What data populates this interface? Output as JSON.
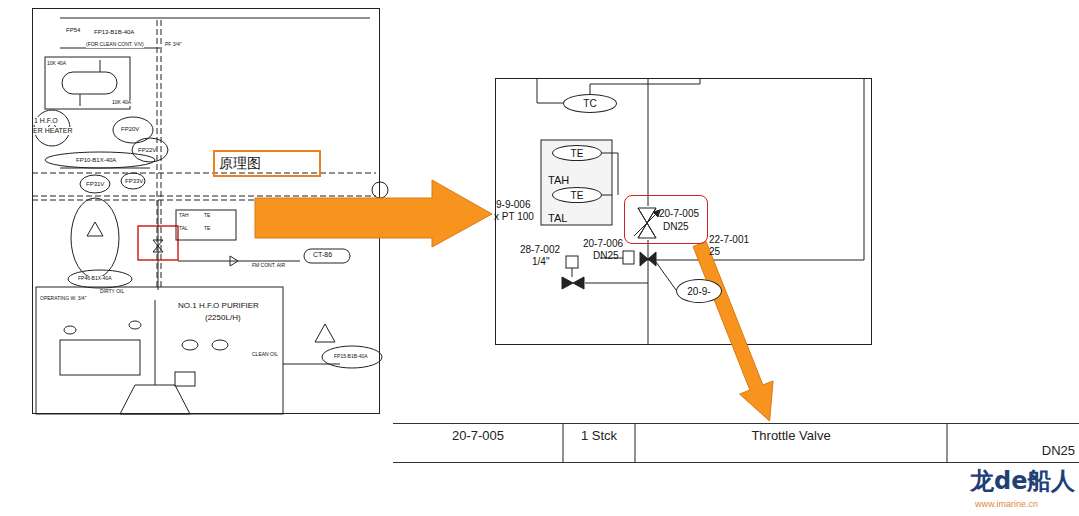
{
  "diagram": {
    "nodes": [
      {
        "text": [
          "原理图"
        ]
      },
      {
        "text": [
          "TC"
        ]
      },
      {
        "text": [
          "TE"
        ]
      },
      {
        "text": [
          "TE"
        ]
      },
      {
        "text": [
          "20-7-005",
          "DN25"
        ]
      },
      {
        "text": [
          "20-9-"
        ]
      },
      {
        "text": [
          "20-7-005",
          "1 Stck",
          "Throttle Valve",
          "DN25"
        ]
      }
    ],
    "edges": [
      {
        "from": 4,
        "to": 6,
        "arrow": "to"
      }
    ],
    "labels": [
      "FP54",
      "FP13-B1B-40A",
      "(FOR CLEAN CONT. V/V)",
      "PF 3/4\"",
      "10K 40A",
      "10K 40A",
      "1 H.F.O",
      "ER HEATER",
      "FP20V",
      "FP22V",
      "FP10-B1X-40A",
      "FP31V",
      "FP33V",
      "FP46-B1X-40A",
      "FM CONT. AIR",
      "CT-86",
      "NO.1 H.F.O PURIFIER",
      "(2250L/H)",
      "FP15-B1B-40A",
      "DIRTY OIL",
      "CLEAN OIL",
      "OPERATING W. 3/4\"",
      "TAH",
      "TE",
      "TAL",
      "TE",
      "TAH",
      "TAL",
      "9-9-006",
      "x PT 100",
      "28-7-002",
      "1/4\"",
      "20-7-006",
      "DN25",
      "22-7-001",
      "25",
      "龙de船人",
      "www.imarine.cn"
    ]
  }
}
